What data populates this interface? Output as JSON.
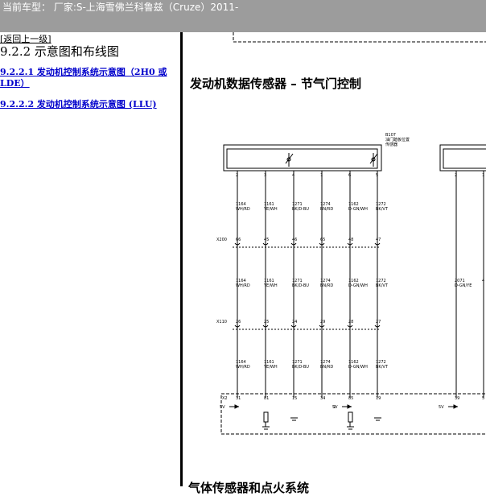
{
  "header": {
    "title": "当前车型： 厂家:S-上海雪佛兰科鲁兹（Cruze）2011-"
  },
  "nav": {
    "back_link": "[返回上一级]",
    "section_title": "9.2.2 示意图和布线图",
    "links": [
      {
        "label": "9.2.2.1 发动机控制系统示意图（2H0 或 LDE）"
      },
      {
        "label": "9.2.2.2 发动机控制系统示意图 (LLU)"
      }
    ]
  },
  "content": {
    "heading": "发动机数据传感器 – 节气门控制",
    "next_heading": "气体传感器和点火系统"
  },
  "diagram": {
    "component": {
      "ref": "B107",
      "name_line1": "油门踏板位置",
      "name_line2": "传感器"
    },
    "pins": [
      "2",
      "3",
      "4",
      "1",
      "6",
      "5"
    ],
    "connectors": [
      {
        "name": "X200",
        "pins": [
          "66",
          "45",
          "46",
          "65",
          "48",
          "47"
        ]
      },
      {
        "name": "X110",
        "pins": [
          "26",
          "25",
          "24",
          "29",
          "28",
          "27"
        ]
      }
    ],
    "wires": [
      {
        "circuit": "1164",
        "color": "WH/RD"
      },
      {
        "circuit": "1161",
        "color": "YE/WH"
      },
      {
        "circuit": "1271",
        "color": "BK/D-BU"
      },
      {
        "circuit": "1274",
        "color": "BN/RD"
      },
      {
        "circuit": "1162",
        "color": "D-GN/WH"
      },
      {
        "circuit": "1272",
        "color": "BK/VT"
      }
    ],
    "ecm": {
      "connector": "X2",
      "pins": [
        "31",
        "81",
        "15",
        "34",
        "85",
        "19"
      ],
      "ref1": "5V",
      "ref2": "5V",
      "ref2_num": "2"
    },
    "second_sensor": {
      "pins": [
        "2",
        "1"
      ],
      "wire": {
        "circuit": "2071",
        "color": "D-GN/YE"
      },
      "wire_partial": "4",
      "ecm_pins": [
        "39",
        "5"
      ],
      "ref": "5V"
    }
  }
}
